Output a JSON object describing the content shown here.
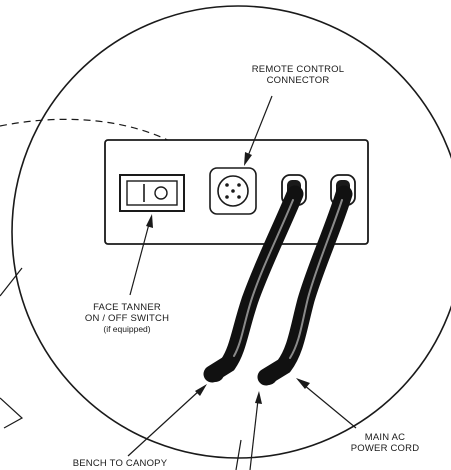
{
  "callouts": {
    "remote_control_connector": {
      "line1": "REMOTE CONTROL",
      "line2": "CONNECTOR"
    },
    "face_tanner_switch": {
      "line1": "FACE TANNER",
      "line2": "ON / OFF SWITCH",
      "line3": "(if equipped)"
    },
    "main_ac_power_cord": {
      "line1": "MAIN AC",
      "line2": "POWER CORD"
    },
    "bench_to_canopy": {
      "line1": "BENCH TO CANOPY"
    }
  },
  "colors": {
    "ink": "#1a1a1a",
    "paper": "#ffffff",
    "cord": "#111111",
    "cord_highlight": "#8a8a8a"
  }
}
